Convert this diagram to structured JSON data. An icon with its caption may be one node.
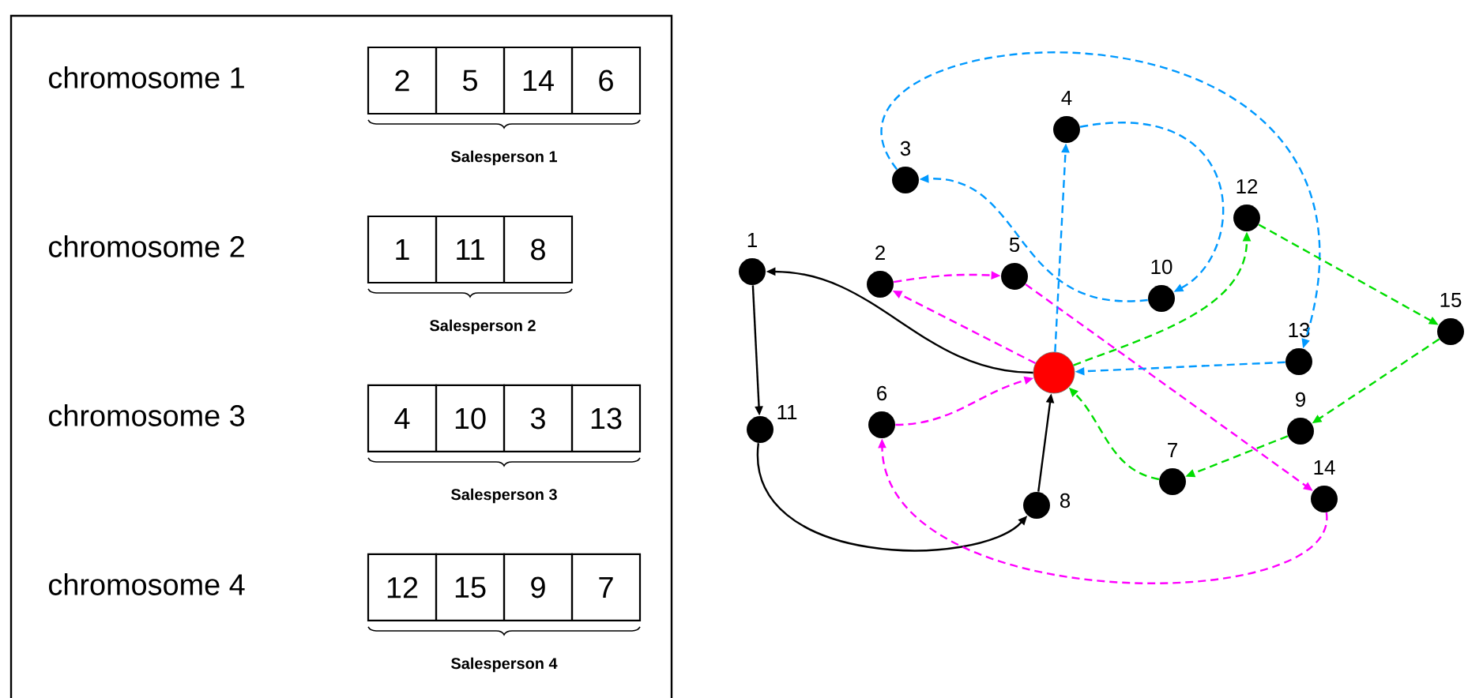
{
  "diagram": {
    "nodes": [
      {
        "text": [
          "1"
        ]
      },
      {
        "text": [
          "2"
        ]
      },
      {
        "text": [
          "3"
        ]
      },
      {
        "text": [
          "4"
        ]
      },
      {
        "text": [
          "5"
        ]
      },
      {
        "text": [
          "6"
        ]
      },
      {
        "text": [
          "7"
        ]
      },
      {
        "text": [
          "8"
        ]
      },
      {
        "text": [
          "9"
        ]
      },
      {
        "text": [
          "10"
        ]
      },
      {
        "text": [
          "11"
        ]
      },
      {
        "text": [
          "12"
        ]
      },
      {
        "text": [
          "13"
        ]
      },
      {
        "text": [
          "14"
        ]
      },
      {
        "text": [
          "15"
        ]
      },
      {
        "text": [],
        "shape": "circle"
      }
    ],
    "edges": [
      {
        "from": 15,
        "to": 0,
        "arrow": "to",
        "color": "#000000"
      },
      {
        "from": 0,
        "to": 10,
        "arrow": "to",
        "color": "#000000"
      },
      {
        "from": 10,
        "to": 7,
        "arrow": "to",
        "color": "#000000"
      },
      {
        "from": 7,
        "to": 15,
        "arrow": "to",
        "color": "#000000"
      },
      {
        "from": 15,
        "to": 1,
        "arrow": "to",
        "style": "dashed",
        "color": "#ff00ff"
      },
      {
        "from": 1,
        "to": 4,
        "arrow": "to",
        "style": "dashed",
        "color": "#ff00ff"
      },
      {
        "from": 4,
        "to": 13,
        "arrow": "to",
        "style": "dashed",
        "color": "#ff00ff"
      },
      {
        "from": 13,
        "to": 5,
        "arrow": "to",
        "style": "dashed",
        "color": "#ff00ff"
      },
      {
        "from": 5,
        "to": 15,
        "arrow": "to",
        "style": "dashed",
        "color": "#ff00ff"
      },
      {
        "from": 15,
        "to": 3,
        "arrow": "to",
        "style": "dashed",
        "color": "#0099ff"
      },
      {
        "from": 3,
        "to": 9,
        "arrow": "to",
        "style": "dashed",
        "color": "#0099ff"
      },
      {
        "from": 9,
        "to": 2,
        "arrow": "to",
        "style": "dashed",
        "color": "#0099ff"
      },
      {
        "from": 2,
        "to": 12,
        "arrow": "to",
        "style": "dashed",
        "color": "#0099ff"
      },
      {
        "from": 12,
        "to": 15,
        "arrow": "to",
        "style": "dashed",
        "color": "#0099ff"
      },
      {
        "from": 15,
        "to": 11,
        "arrow": "to",
        "style": "dashed",
        "color": "#00dd00"
      },
      {
        "from": 11,
        "to": 14,
        "arrow": "to",
        "style": "dashed",
        "color": "#00dd00"
      },
      {
        "from": 14,
        "to": 8,
        "arrow": "to",
        "style": "dashed",
        "color": "#00dd00"
      },
      {
        "from": 8,
        "to": 6,
        "arrow": "to",
        "style": "dashed",
        "color": "#00dd00"
      },
      {
        "from": 6,
        "to": 15,
        "arrow": "to",
        "style": "dashed",
        "color": "#00dd00"
      }
    ],
    "labels": [
      "chromosome 1",
      "2",
      "5",
      "14",
      "6",
      "Salesperson 1",
      "chromosome 2",
      "1",
      "11",
      "8",
      "Salesperson 2",
      "chromosome 3",
      "4",
      "10",
      "3",
      "13",
      "Salesperson 3",
      "chromosome 4",
      "12",
      "15",
      "9",
      "7",
      "Salesperson 4"
    ]
  }
}
